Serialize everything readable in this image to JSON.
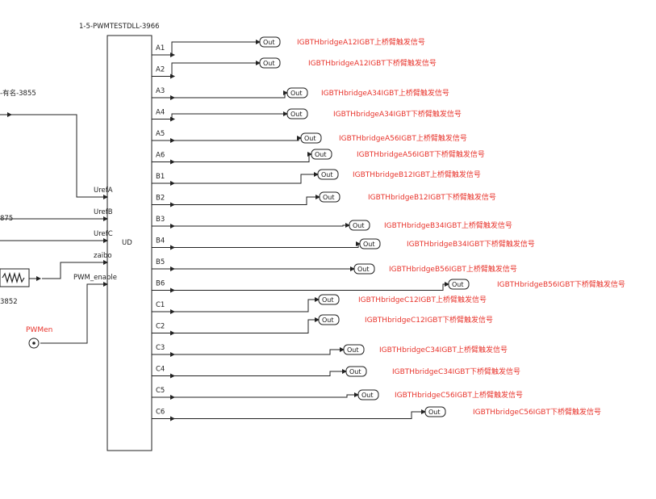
{
  "block": {
    "title": "1-5-PWMTESTDLL-3966",
    "inputs": [
      "UrefA",
      "UrefB",
      "UrefC",
      "zaibo",
      "PWM_enable"
    ],
    "ud_label": "UD",
    "outputs": [
      "A1",
      "A2",
      "A3",
      "A4",
      "A5",
      "A6",
      "B1",
      "B2",
      "B3",
      "B4",
      "B5",
      "B6",
      "C1",
      "C2",
      "C3",
      "C4",
      "C5",
      "C6"
    ]
  },
  "out_label": "Out",
  "signals": [
    "IGBTHbridgeA12IGBT上桥臂触发信号",
    "IGBTHbridgeA12IGBT下桥臂触发信号",
    "IGBTHbridgeA34IGBT上桥臂触发信号",
    "IGBTHbridgeA34IGBT下桥臂触发信号",
    "IGBTHbridgeA56IGBT上桥臂触发信号",
    "IGBTHbridgeA56IGBT下桥臂触发信号",
    "IGBTHbridgeB12IGBT上桥臂触发信号",
    "IGBTHbridgeB12IGBT下桥臂触发信号",
    "IGBTHbridgeB34IGBT上桥臂触发信号",
    "IGBTHbridgeB34IGBT下桥臂触发信号",
    "IGBTHbridgeB56IGBT上桥臂触发信号",
    "IGBTHbridgeB56IGBT下桥臂触发信号",
    "IGBTHbridgeC12IGBT上桥臂触发信号",
    "IGBTHbridgeC12IGBT下桥臂触发信号",
    "IGBTHbridgeC34IGBT上桥臂触发信号",
    "IGBTHbridgeC34IGBT下桥臂触发信号",
    "IGBTHbridgeC56IGBT上桥臂触发信号",
    "IGBTHbridgeC56IGBT下桥臂触发信号"
  ],
  "left": {
    "label_top": "-有名-3855",
    "label_875": "875",
    "label_3852": "3852",
    "pwm_en": "PWMen"
  }
}
